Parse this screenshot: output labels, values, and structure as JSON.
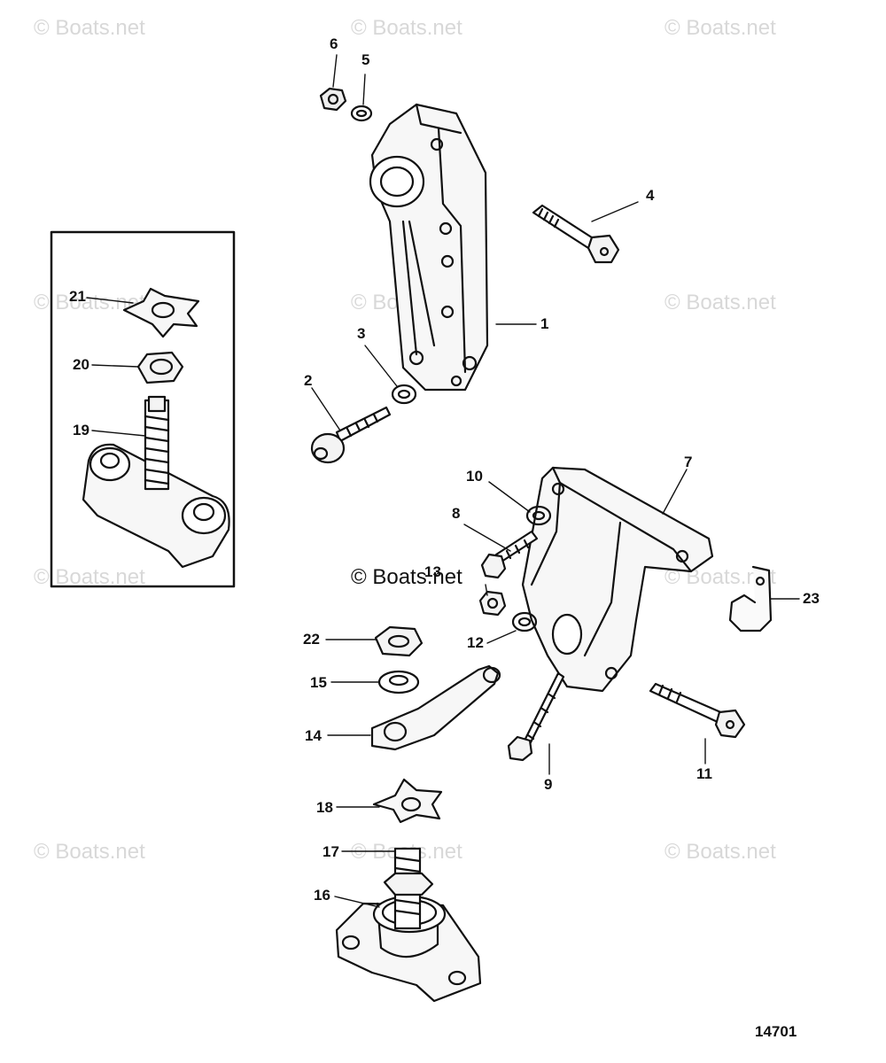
{
  "watermarks": {
    "text": "© Boats.net",
    "center_text": "© Boats.net"
  },
  "callouts": [
    "1",
    "2",
    "3",
    "4",
    "5",
    "6",
    "7",
    "8",
    "9",
    "10",
    "11",
    "12",
    "13",
    "14",
    "15",
    "16",
    "17",
    "18",
    "19",
    "20",
    "21",
    "22",
    "23"
  ],
  "figure_number": "14701",
  "colors": {
    "ink": "#111111",
    "watermark": "#d8d8d8",
    "background": "#ffffff"
  }
}
